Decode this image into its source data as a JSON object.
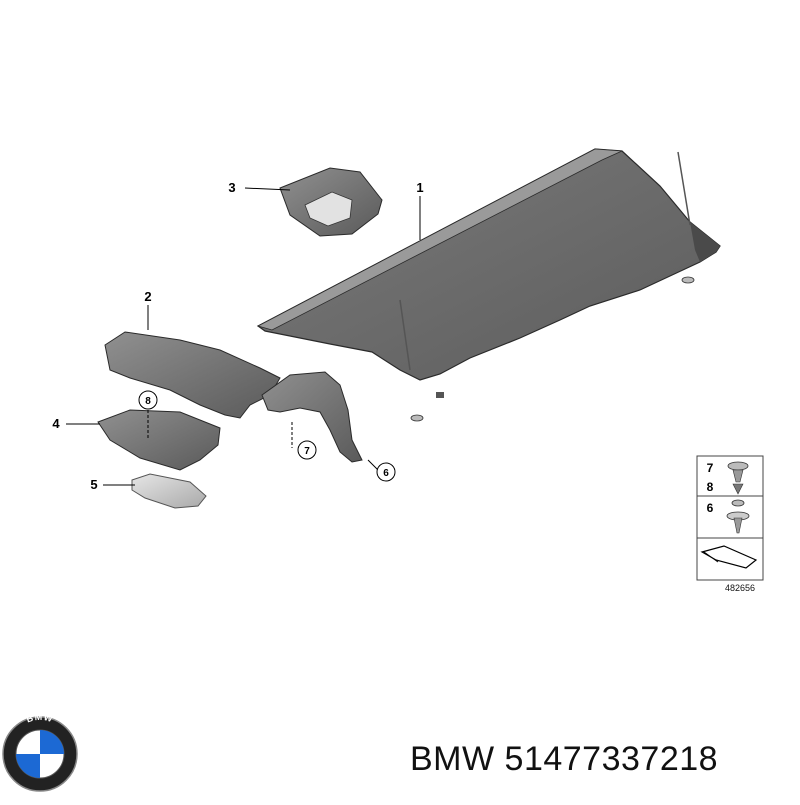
{
  "callouts": {
    "c1": "1",
    "c2": "2",
    "c3": "3",
    "c4": "4",
    "c5": "5",
    "c6": "6",
    "c7": "7",
    "c8": "8"
  },
  "legend": {
    "row1_a": "7",
    "row1_b": "8",
    "row2": "6",
    "diagram_number": "482656"
  },
  "caption": {
    "brand": "BMW",
    "part_number": "51477337218"
  },
  "logo": {
    "text": "BMW"
  },
  "colors": {
    "part_dark": "#6b6b6b",
    "part_mid": "#8a8a8a",
    "part_light": "#c9c9c9",
    "outline": "#2a2a2a",
    "logo_blue": "#1c69d4"
  }
}
